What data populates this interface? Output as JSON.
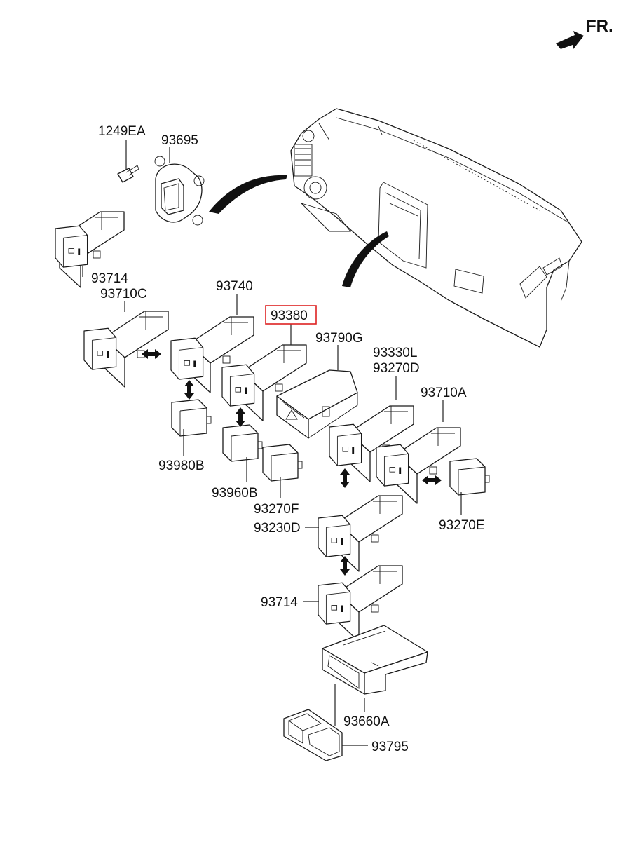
{
  "direction_label": "FR.",
  "highlight_color": "#dd2222",
  "highlighted_part": "93380",
  "parts": [
    {
      "id": "p1249EA",
      "number": "1249EA"
    },
    {
      "id": "p93695",
      "number": "93695"
    },
    {
      "id": "p93714a",
      "number": "93714"
    },
    {
      "id": "p93710C",
      "number": "93710C"
    },
    {
      "id": "p93740",
      "number": "93740"
    },
    {
      "id": "p93380",
      "number": "93380"
    },
    {
      "id": "p93790G",
      "number": "93790G"
    },
    {
      "id": "p93330L",
      "number": "93330L"
    },
    {
      "id": "p93270D",
      "number": "93270D"
    },
    {
      "id": "p93710A",
      "number": "93710A"
    },
    {
      "id": "p93980B",
      "number": "93980B"
    },
    {
      "id": "p93960B",
      "number": "93960B"
    },
    {
      "id": "p93270F",
      "number": "93270F"
    },
    {
      "id": "p93230D",
      "number": "93230D"
    },
    {
      "id": "p93270E",
      "number": "93270E"
    },
    {
      "id": "p93714b",
      "number": "93714"
    },
    {
      "id": "p93660A",
      "number": "93660A"
    },
    {
      "id": "p93795",
      "number": "93795"
    }
  ]
}
